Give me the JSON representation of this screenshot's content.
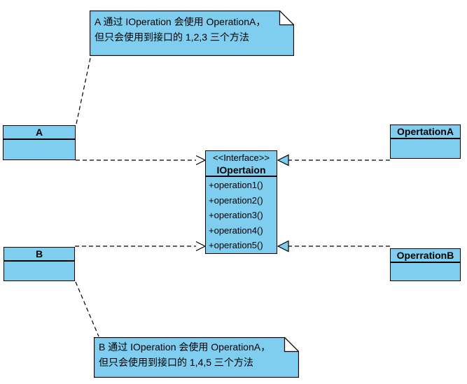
{
  "diagram": {
    "notes": {
      "note_a": {
        "line1": "A 通过 IOperation 会使用 OperationA，",
        "line2": "但只会使用到接口的 1,2,3 三个方法"
      },
      "note_b": {
        "line1": "B 通过 IOperation 会使用 OperationA，",
        "line2": "但只会使用到接口的 1,4,5 三个方法"
      }
    },
    "classes": {
      "class_a": {
        "name": "A"
      },
      "class_b": {
        "name": "B"
      },
      "operation_a": {
        "name": "OpertationA"
      },
      "operation_b": {
        "name": "OperrationB"
      }
    },
    "interface": {
      "stereotype": "<<Interface>>",
      "name": "IOpertaion",
      "methods": [
        "+operation1()",
        "+operation2()",
        "+operation3()",
        "+operation4()",
        "+operation5()"
      ]
    },
    "colors": {
      "shape_fill": "#7FCDEF",
      "border": "#000000",
      "background": "#FFFFFF"
    }
  }
}
